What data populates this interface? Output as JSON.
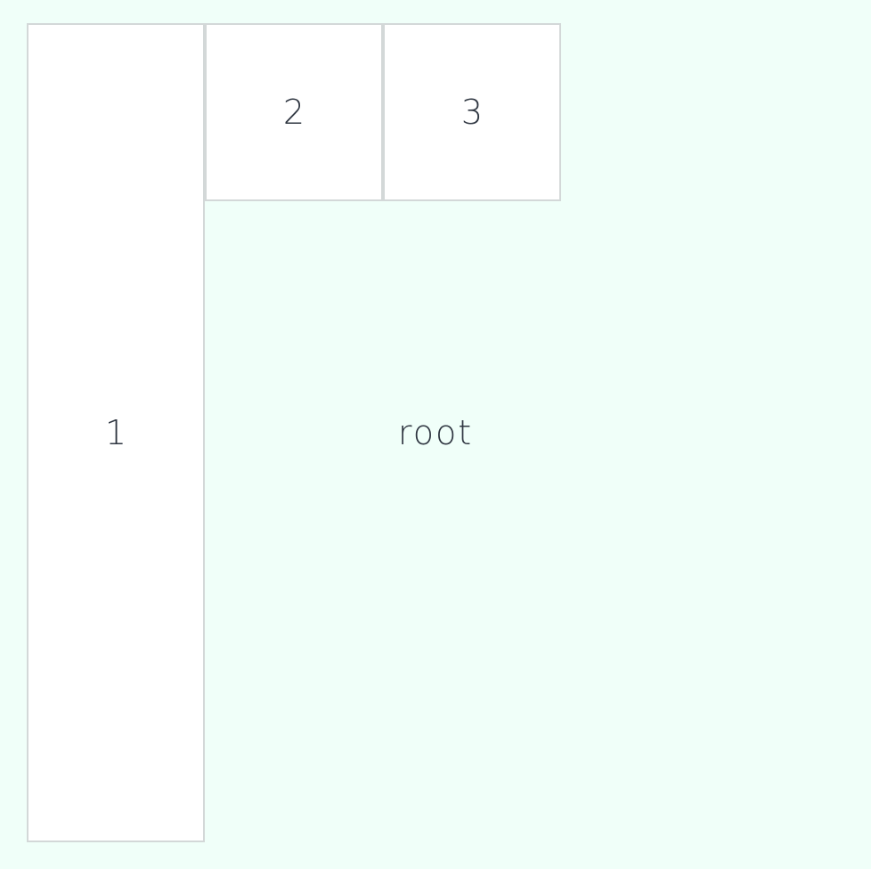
{
  "root": {
    "label": "root"
  },
  "cells": [
    {
      "label": "1"
    },
    {
      "label": "2"
    },
    {
      "label": "3"
    }
  ],
  "colors": {
    "background": "#f0fff9",
    "cell_fill": "#ffffff",
    "cell_border": "#d3d8d8",
    "text": "#2e3540"
  }
}
